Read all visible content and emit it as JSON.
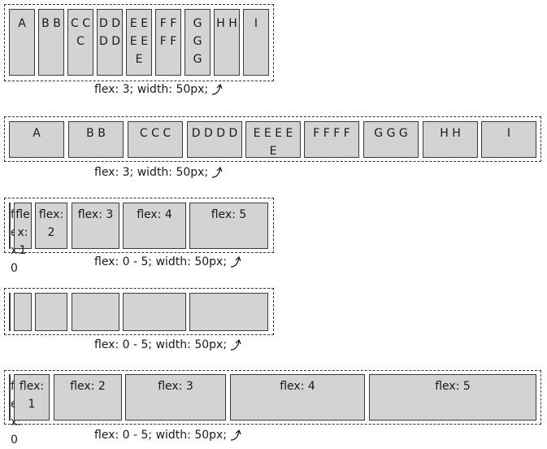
{
  "rows": [
    {
      "caption": "flex: 3; width: 50px;",
      "boxes": [
        "A",
        "B B",
        "C C C",
        "D D D D",
        "E E E E E",
        "F F F F",
        "G G G",
        "H H",
        "I"
      ]
    },
    {
      "caption": "flex: 3; width: 50px;",
      "boxes": [
        "A",
        "B B",
        "C C C",
        "D D D D",
        "E E E E E",
        "F F F F",
        "G G G",
        "H H",
        "I"
      ]
    },
    {
      "caption": "flex: 0 - 5; width: 50px;",
      "boxes": [
        "flex: 0",
        "flex: 1",
        "flex: 2",
        "flex: 3",
        "flex: 4",
        "flex: 5"
      ]
    },
    {
      "caption": "flex: 0 - 5; width: 50px;",
      "boxes": [
        "",
        "",
        "",
        "",
        "",
        ""
      ]
    },
    {
      "caption": "flex: 0 - 5; width: 50px;",
      "boxes": [
        "flex: 0",
        "flex: 1",
        "flex: 2",
        "flex: 3",
        "flex: 4",
        "flex: 5"
      ]
    }
  ]
}
